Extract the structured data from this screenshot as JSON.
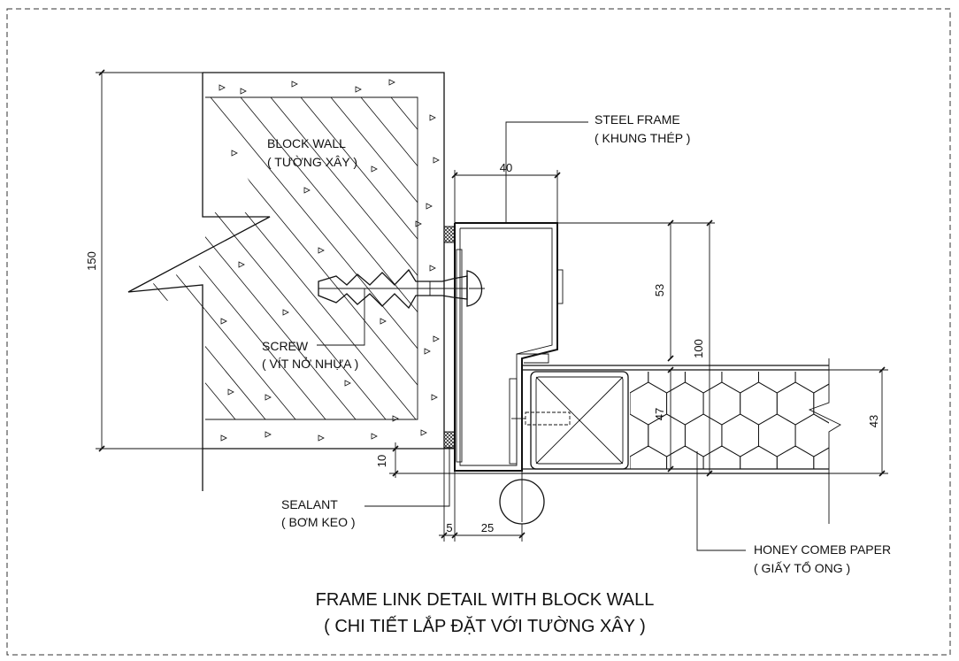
{
  "labels": {
    "block_wall": "BLOCK WALL",
    "block_wall_vi": "( TƯỜNG XÂY )",
    "steel_frame": "STEEL FRAME",
    "steel_frame_vi": "( KHUNG THÉP )",
    "screw": "SCREW",
    "screw_vi": "( VÍT NỞ NHỰA )",
    "sealant": "SEALANT",
    "sealant_vi": "( BƠM KEO )",
    "honeycomb": "HONEY COMEB PAPER",
    "honeycomb_vi": "( GIẤY TỔ ONG )"
  },
  "dimensions": {
    "d150": "150",
    "d40": "40",
    "d53": "53",
    "d100": "100",
    "d47": "47",
    "d43": "43",
    "d10": "10",
    "d5": "5",
    "d25": "25"
  },
  "title": {
    "line1": "FRAME LINK DETAIL WITH BLOCK WALL",
    "line2": "( CHI TIẾT LẮP ĐẶT VỚI TƯỜNG XÂY )"
  }
}
